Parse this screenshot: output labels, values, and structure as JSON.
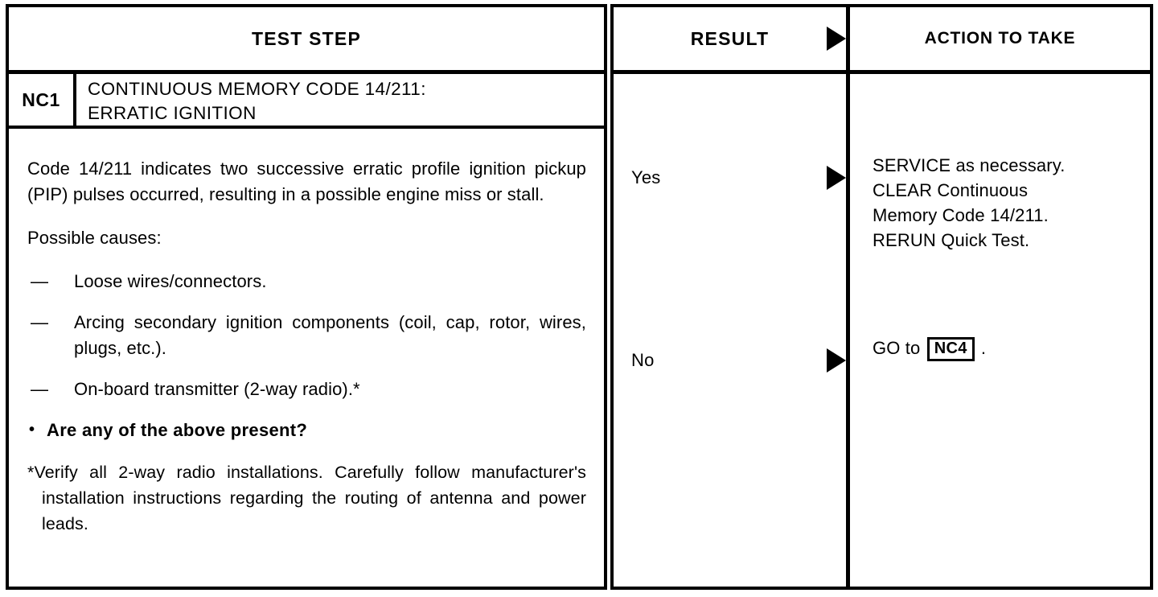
{
  "table": {
    "headers": {
      "test_step": "TEST STEP",
      "result": "RESULT",
      "action": "ACTION TO TAKE"
    },
    "step": {
      "code": "NC1",
      "title_line1": "CONTINUOUS MEMORY CODE 14/211:",
      "title_line2": "ERRATIC IGNITION",
      "description": "Code 14/211 indicates two successive erratic profile ignition pickup (PIP) pulses occurred, resulting in a possible engine miss or stall.",
      "causes_heading": "Possible causes:",
      "causes": [
        "Loose wires/connectors.",
        "Arcing secondary ignition components (coil, cap, rotor, wires, plugs, etc.).",
        "On-board transmitter (2-way radio).*"
      ],
      "dash_marker": "—",
      "question_bullet": "•",
      "question": "Are any of the above present?",
      "footnote": "*Verify all 2-way radio installations. Carefully follow manufacturer's installation instructions regarding the routing of antenna and power leads."
    },
    "rows": [
      {
        "result": "Yes",
        "action_lines": [
          "SERVICE as necessary.",
          "CLEAR Continuous",
          "Memory Code 14/211.",
          "RERUN Quick Test."
        ]
      },
      {
        "result": "No",
        "action_prefix": "GO to",
        "action_ref": "NC4",
        "action_suffix": "."
      }
    ]
  }
}
